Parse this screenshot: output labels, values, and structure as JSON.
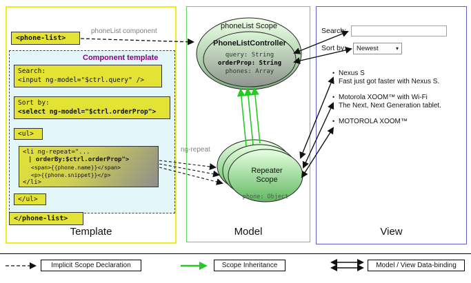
{
  "template_panel": {
    "label": "Template",
    "phone_list_open": "<phone-list>",
    "phone_list_close": "</phone-list>",
    "component_arrow_label": "phoneList component",
    "component_template_title": "Component template",
    "search_code": {
      "line1": "Search:",
      "line2": "<input ng-model=\"$ctrl.query\" />"
    },
    "sort_code": {
      "line1": "Sort by:",
      "line2": "<select ng-model=\"$ctrl.orderProp\">"
    },
    "ul_open": "<ul>",
    "ul_close": "</ul>",
    "li_code": {
      "line1": "<li ng-repeat=\"...",
      "line2": "| orderBy:$ctrl.orderProp\">",
      "line3": "<span>{{phone.name}}</span>",
      "line4": "<p>{{phone.snippet}}</p>",
      "line5": "</li>"
    },
    "ng_repeat_label": "ng-repeat"
  },
  "model_panel": {
    "label": "Model",
    "scope_title": "phoneList Scope",
    "controller_title": "PhoneListController",
    "prop_query": "query: String",
    "prop_orderprop": "orderProp: String",
    "prop_phones": "phones: Array",
    "repeater_line1": "Repeater",
    "repeater_line2": "Scope",
    "repeater_prop": "phone: Object"
  },
  "view_panel": {
    "label": "View",
    "search_label": "Search:",
    "search_value": "",
    "sort_label": "Sort by:",
    "sort_value": "Newest",
    "bullet": "•",
    "items": [
      {
        "name": "Nexus S",
        "snippet": "Fast just got faster with Nexus S."
      },
      {
        "name": "Motorola XOOM™ with Wi-Fi",
        "snippet": "The Next, Next Generation tablet."
      },
      {
        "name": "MOTOROLA XOOM™",
        "snippet": ""
      }
    ]
  },
  "legend": {
    "implicit_scope": "Implicit Scope Declaration",
    "scope_inheritance": "Scope Inheritance",
    "data_binding": "Model / View Data-binding"
  },
  "icons": {
    "dropdown_arrow": "▾"
  },
  "colors": {
    "template_border": "#ecec22",
    "model_border": "#5fd35f",
    "view_border": "#6060cc",
    "code_bg": "#e3e335",
    "inheritance_green": "#22cc22"
  }
}
